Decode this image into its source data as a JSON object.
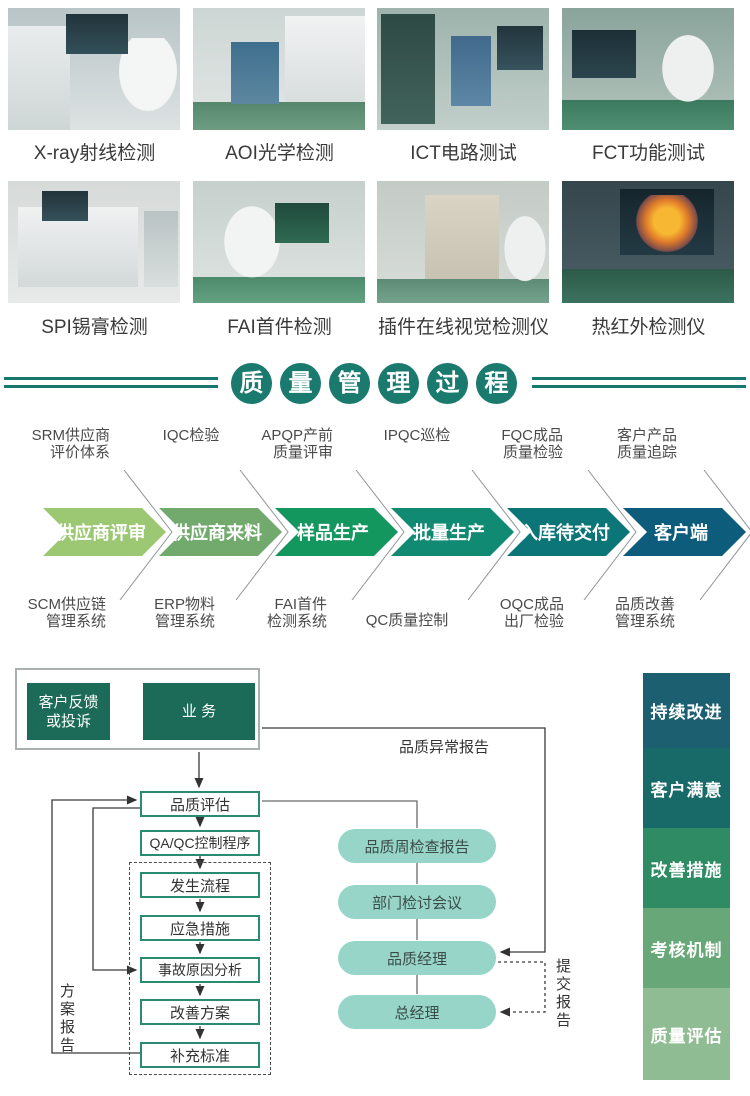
{
  "gallery": {
    "items": [
      {
        "caption": "X-ray射线检测"
      },
      {
        "caption": "AOI光学检测"
      },
      {
        "caption": "ICT电路测试"
      },
      {
        "caption": "FCT功能测试"
      },
      {
        "caption": "SPI锡膏检测"
      },
      {
        "caption": "FAI首件检测"
      },
      {
        "caption": "插件在线视觉检测仪"
      },
      {
        "caption": "热红外检测仪"
      }
    ]
  },
  "title": {
    "chars": [
      "质",
      "量",
      "管",
      "理",
      "过",
      "程"
    ],
    "circle_color": "#1b7a6e",
    "line_color": "#17776e"
  },
  "flow": {
    "stages": [
      {
        "label": "供应商评审",
        "color": "#9dc873",
        "top": [
          "SRM供应商",
          "评价体系"
        ],
        "bottom": [
          "SCM供应链",
          "管理系统"
        ]
      },
      {
        "label": "供应商来料",
        "color": "#72aa6e",
        "top": [
          "IQC检验"
        ],
        "bottom": [
          "ERP物料",
          "管理系统"
        ]
      },
      {
        "label": "样品生产",
        "color": "#14965f",
        "top": [
          "APQP产前",
          "质量评审"
        ],
        "bottom": [
          "FAI首件",
          "检测系统"
        ]
      },
      {
        "label": "批量生产",
        "color": "#108a72",
        "top": [
          "IPQC巡检"
        ],
        "bottom": [
          "QC质量控制"
        ]
      },
      {
        "label": "入库待交付",
        "color": "#0c7577",
        "top": [
          "FQC成品",
          "质量检验"
        ],
        "bottom": [
          "OQC成品",
          "出厂检验"
        ]
      },
      {
        "label": "客户端",
        "color": "#0e5c7c",
        "top": [
          "客户产品",
          "质量追踪"
        ],
        "bottom": [
          "品质改善",
          "管理系统"
        ]
      }
    ]
  },
  "flowchart": {
    "feedback_box": {
      "line1": "客户反馈",
      "line2": "或投诉"
    },
    "business_box": "业 务",
    "quality_eval": "品质评估",
    "qaqc": "QA/QC控制程序",
    "dashed_steps": [
      "发生流程",
      "应急措施",
      "事故原因分析",
      "改善方案",
      "补充标准"
    ],
    "plan_report_label": "方案报告",
    "abnormal_report_label": "品质异常报告",
    "submit_report_label": "提交报告",
    "pills": [
      "品质周检查报告",
      "部门检讨会议",
      "品质经理",
      "总经理"
    ],
    "pill_color": "#97d5c8",
    "box_green": "#1c6b58"
  },
  "sidebar": {
    "items": [
      {
        "label": "持续改进",
        "color": "#1b5f70"
      },
      {
        "label": "客户满意",
        "color": "#186a68"
      },
      {
        "label": "改善措施",
        "color": "#2e8b63"
      },
      {
        "label": "考核机制",
        "color": "#68a878"
      },
      {
        "label": "质量评估",
        "color": "#90bc93"
      }
    ]
  }
}
